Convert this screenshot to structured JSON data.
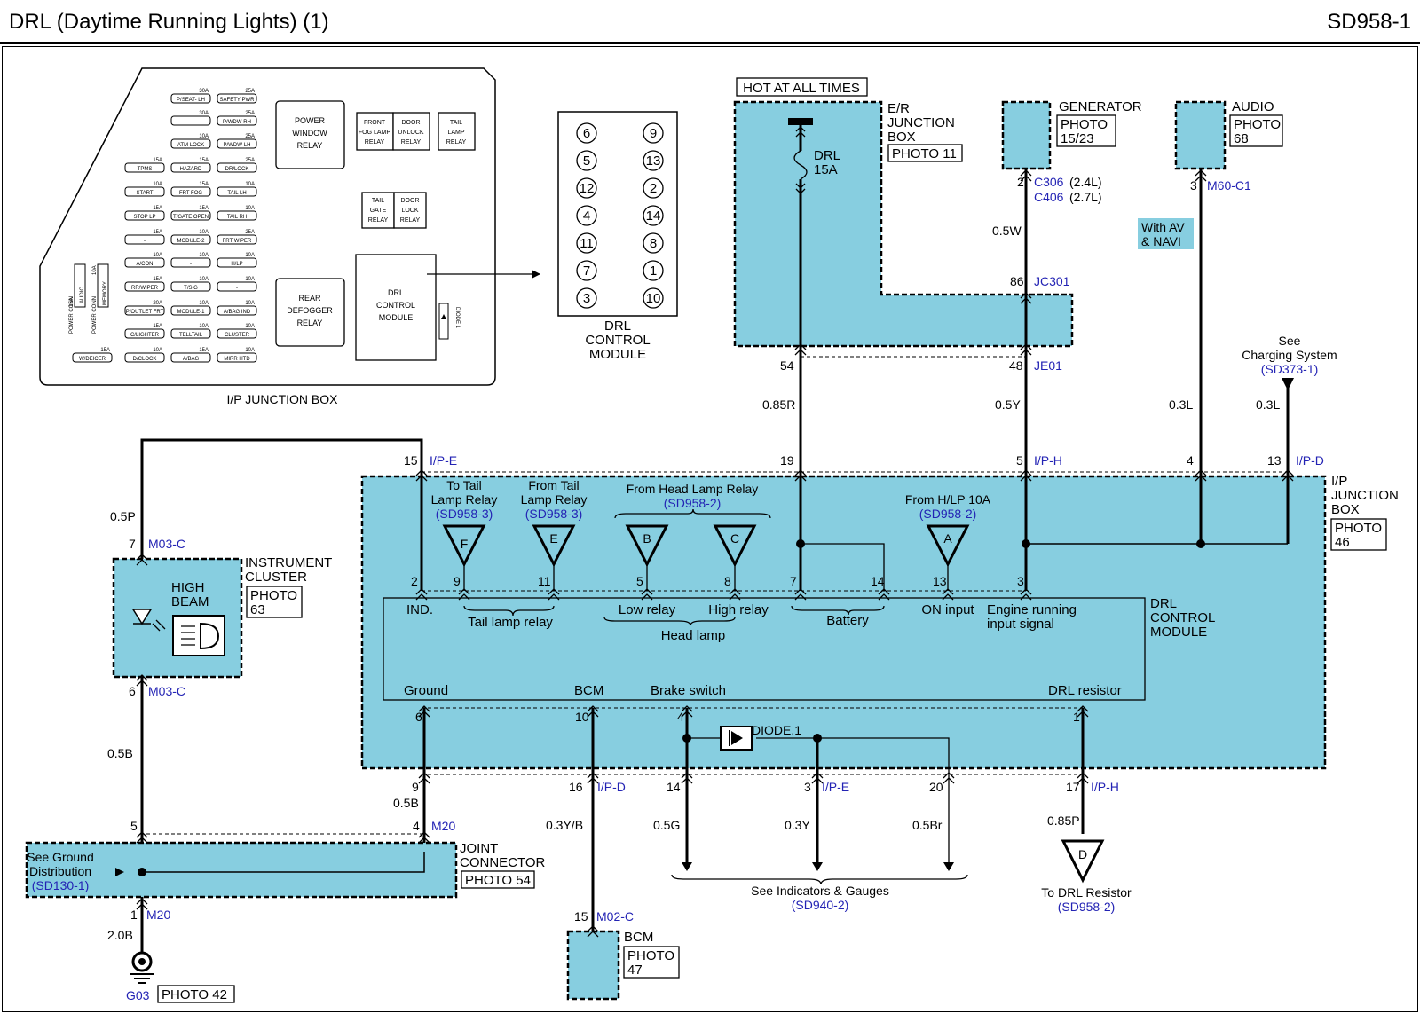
{
  "header": {
    "title": "DRL (Daytime Running Lights) (1)",
    "code": "SD958-1"
  },
  "ipjb": {
    "caption": "I/P JUNCTION BOX",
    "fuses": [
      {
        "a": "30A",
        "n": "P/SEAT- LH"
      },
      {
        "a": "25A",
        "n": "SAFETY PWR"
      },
      {
        "a": "30A",
        "n": "-"
      },
      {
        "a": "25A",
        "n": "P/WDW-RH"
      },
      {
        "a": "10A",
        "n": "ATM LOCK"
      },
      {
        "a": "25A",
        "n": "P/WDW-LH"
      },
      {
        "a": "15A",
        "n": "TPMS"
      },
      {
        "a": "15A",
        "n": "HAZARD"
      },
      {
        "a": "25A",
        "n": "DR/LOCK"
      },
      {
        "a": "10A",
        "n": "START"
      },
      {
        "a": "15A",
        "n": "FRT FOG"
      },
      {
        "a": "10A",
        "n": "TAIL LH"
      },
      {
        "a": "15A",
        "n": "STOP LP"
      },
      {
        "a": "15A",
        "n": "T/GATE OPEN"
      },
      {
        "a": "10A",
        "n": "TAIL RH"
      },
      {
        "a": "15A",
        "n": "-"
      },
      {
        "a": "10A",
        "n": "MODULE-2"
      },
      {
        "a": "25A",
        "n": "FRT WIPER"
      },
      {
        "a": "10A",
        "n": "A/CON"
      },
      {
        "a": "10A",
        "n": "-"
      },
      {
        "a": "10A",
        "n": "H/LP"
      },
      {
        "a": "15A",
        "n": "RR/WIPER"
      },
      {
        "a": "10A",
        "n": "T/SIG"
      },
      {
        "a": "10A",
        "n": "-"
      },
      {
        "a": "20A",
        "n": "P/OUTLET FRT"
      },
      {
        "a": "10A",
        "n": "MODULE-1"
      },
      {
        "a": "10A",
        "n": "A/BAG IND"
      },
      {
        "a": "15A",
        "n": "C/LIGHTER"
      },
      {
        "a": "10A",
        "n": "TELLTAIL"
      },
      {
        "a": "10A",
        "n": "CLUSTER"
      },
      {
        "a": "15A",
        "n": "W/DEICER"
      },
      {
        "a": "10A",
        "n": "D/CLOCK"
      },
      {
        "a": "15A",
        "n": "A/BAG"
      },
      {
        "a": "10A",
        "n": "MIRR HTD"
      }
    ],
    "power_conn_1": {
      "label": "POWER CONN",
      "amp": "15A",
      "name": "AUDIO"
    },
    "power_conn_2": {
      "label": "POWER CONN",
      "amp": "10A",
      "name": "MEMORY"
    },
    "power_window_relay": [
      "POWER",
      "WINDOW",
      "RELAY"
    ],
    "front_fog_relay": [
      "FRONT",
      "FOG LAMP",
      "RELAY"
    ],
    "door_unlock_relay": [
      "DOOR",
      "UNLOCK",
      "RELAY"
    ],
    "tail_lamp_relay": [
      "TAIL",
      "LAMP",
      "RELAY"
    ],
    "tail_gate_relay": [
      "TAIL",
      "GATE",
      "RELAY"
    ],
    "door_lock_relay": [
      "DOOR",
      "LOCK",
      "RELAY"
    ],
    "rear_defogger_relay": [
      "REAR",
      "DEFOGGER",
      "RELAY"
    ],
    "drl_module": [
      "DRL",
      "CONTROL",
      "MODULE"
    ],
    "diode": "DIODE 1"
  },
  "pinout": {
    "pins": [
      "6",
      "9",
      "5",
      "13",
      "12",
      "2",
      "4",
      "14",
      "11",
      "8",
      "7",
      "1",
      "3",
      "10"
    ],
    "caption": [
      "DRL",
      "CONTROL",
      "MODULE"
    ]
  },
  "hot": "HOT AT ALL TIMES",
  "er_box": {
    "name": [
      "E/R",
      "JUNCTION",
      "BOX"
    ],
    "photo": "PHOTO 11",
    "fuse_name": "DRL",
    "fuse_amp": "15A"
  },
  "generator": {
    "name": "GENERATOR",
    "photo": [
      "PHOTO",
      "15/23"
    ],
    "pin": "2",
    "conn1": "C306",
    "conn1_note": "(2.4L)",
    "conn2": "C406",
    "conn2_note": "(2.7L)"
  },
  "audio": {
    "name": "AUDIO",
    "photo": [
      "PHOTO",
      "68"
    ],
    "pin": "3",
    "conn": "M60-C1"
  },
  "with_av": [
    "With AV",
    "& NAVI"
  ],
  "jc301": {
    "pin": "86",
    "name": "JC301"
  },
  "je01": {
    "pin_l": "54",
    "pin_r": "48",
    "name": "JE01"
  },
  "wires": {
    "w1": "0.5W",
    "w2": "0.85R",
    "w3": "0.5Y",
    "w4": "0.3L",
    "w5": "0.3L",
    "w6": "0.5P",
    "w7": "0.5B",
    "w8": "0.5B",
    "w9": "0.3Y/B",
    "w10": "0.5G",
    "w11": "0.3Y",
    "w12": "0.5Br",
    "w13": "0.85P",
    "w14": "2.0B"
  },
  "charging": {
    "l1": "See",
    "l2": "Charging System",
    "ref": "(SD373-1)"
  },
  "ipjb_conn_top": [
    {
      "pin": "15",
      "conn": "I/P-E"
    },
    {
      "pin": "19",
      "conn": ""
    },
    {
      "pin": "5",
      "conn": "I/P-H"
    },
    {
      "pin": "4",
      "conn": ""
    },
    {
      "pin": "13",
      "conn": "I/P-D"
    }
  ],
  "ipjb_label": {
    "name": [
      "I/P",
      "JUNCTION",
      "BOX"
    ],
    "photo": [
      "PHOTO",
      "46"
    ]
  },
  "refs": {
    "F": {
      "l1": "To Tail",
      "l2": "Lamp Relay",
      "ref": "(SD958-3)",
      "letter": "F"
    },
    "E": {
      "l1": "From Tail",
      "l2": "Lamp Relay",
      "ref": "(SD958-3)",
      "letter": "E"
    },
    "BC": {
      "l1": "From Head Lamp Relay",
      "ref": "(SD958-2)",
      "b": "B",
      "c": "C"
    },
    "A": {
      "l1": "From H/LP 10A",
      "ref": "(SD958-2)",
      "letter": "A"
    }
  },
  "drl_module": {
    "name": [
      "DRL",
      "CONTROL",
      "MODULE"
    ],
    "top_pins": [
      "2",
      "9",
      "11",
      "5",
      "8",
      "7",
      "14",
      "13",
      "3"
    ],
    "ind": "IND.",
    "tail": "Tail lamp relay",
    "low": "Low relay",
    "high": "High relay",
    "head": "Head lamp",
    "battery": "Battery",
    "on_input": "ON input",
    "eng1": "Engine running",
    "eng2": "input signal",
    "ground": "Ground",
    "bcm": "BCM",
    "brake": "Brake switch",
    "drl_res": "DRL resistor",
    "bottom_pins": [
      "6",
      "10",
      "4",
      "1"
    ],
    "diode": "DIODE.1"
  },
  "bottom_conn": [
    {
      "pin": "9",
      "conn": ""
    },
    {
      "pin": "16",
      "conn": "I/P-D"
    },
    {
      "pin": "14",
      "conn": ""
    },
    {
      "pin": "3",
      "conn": "I/P-E"
    },
    {
      "pin": "20",
      "conn": ""
    },
    {
      "pin": "17",
      "conn": "I/P-H"
    }
  ],
  "indicators": {
    "l1": "See Indicators & Gauges",
    "ref": "(SD940-2)"
  },
  "drl_res": {
    "l1": "To DRL Resistor",
    "ref": "(SD958-2)",
    "letter": "D"
  },
  "cluster": {
    "name": [
      "INSTRUMENT",
      "CLUSTER"
    ],
    "photo": [
      "PHOTO",
      "63"
    ],
    "hb": [
      "HIGH",
      "BEAM"
    ],
    "pin_top": "7",
    "conn_top": "M03-C",
    "pin_bot": "6",
    "conn_bot": "M03-C"
  },
  "joint": {
    "name": [
      "JOINT",
      "CONNECTOR"
    ],
    "photo": "PHOTO 54",
    "pin_l": "5",
    "pin_r": "4",
    "conn": "M20",
    "g1": "See Ground",
    "g2": "Distribution",
    "gref": "(SD130-1)",
    "pin_b": "1",
    "conn_b": "M20"
  },
  "ground": {
    "name": "G03",
    "photo": "PHOTO 42"
  },
  "bcm": {
    "pin": "15",
    "conn": "M02-C",
    "name": "BCM",
    "photo": [
      "PHOTO",
      "47"
    ]
  }
}
